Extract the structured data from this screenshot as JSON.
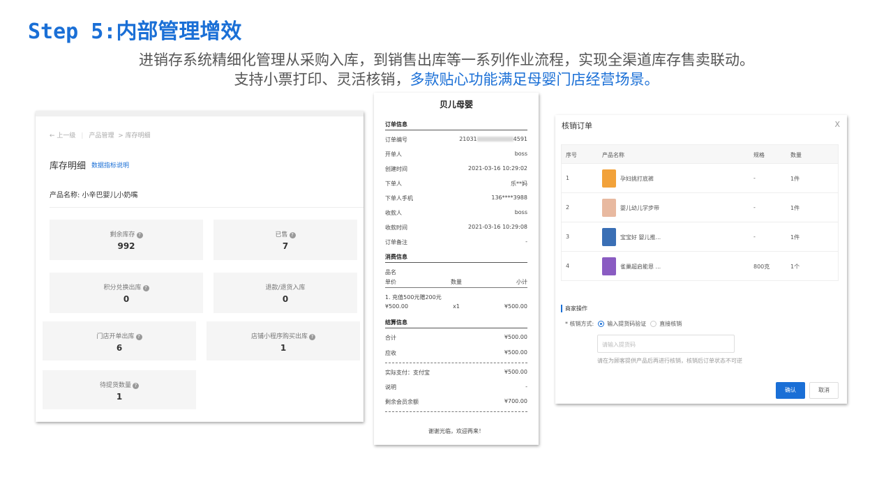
{
  "header": {
    "title_prefix": "Step 5:",
    "title_main": "内部管理增效",
    "subtitle_line1": "进销存系统精细化管理从采购入库，到销售出库等一系列作业流程，实现全渠道库存售卖联动。",
    "subtitle_line2_a": "支持小票打印、灵活核销，",
    "subtitle_line2_b": "多款贴心功能满足母婴门店经营场景。"
  },
  "stock": {
    "back": "← 上一级",
    "crumb1": "产品管理",
    "crumb2": "> 库存明细",
    "title": "库存明细",
    "link": "数据指标说明",
    "product_name": "产品名称: 小辛巴婴儿小奶嘴",
    "stats": [
      {
        "label": "剩余库存",
        "value": "992"
      },
      {
        "label": "已售",
        "value": "7"
      },
      {
        "label": "积分兑换出库",
        "value": "0"
      },
      {
        "label": "退款/退货入库",
        "value": "0"
      },
      {
        "label": "门店开单出库",
        "value": "6"
      },
      {
        "label": "店铺小程序购买出库",
        "value": "1"
      },
      {
        "label": "待提货数量",
        "value": "1"
      }
    ]
  },
  "receipt": {
    "shop": "贝儿母婴",
    "sec_order": "订单信息",
    "order_rows": [
      {
        "k": "订单编号",
        "v1": "21031",
        "v2": "4591"
      },
      {
        "k": "开单人",
        "v": "boss"
      },
      {
        "k": "创建时间",
        "v": "2021-03-16 10:29:02"
      },
      {
        "k": "下单人",
        "v": "乐**妈"
      },
      {
        "k": "下单人手机",
        "v": "136****3988"
      },
      {
        "k": "收款人",
        "v": "boss"
      },
      {
        "k": "收款时间",
        "v": "2021-03-16 10:29:08"
      },
      {
        "k": "订单备注",
        "v": "-"
      }
    ],
    "sec_consume": "消费信息",
    "col_name": "品名",
    "col_price": "单价",
    "col_qty": "数量",
    "col_sub": "小计",
    "item_name": "1. 充值500元赠200元",
    "item_price": "¥500.00",
    "item_qty": "x1",
    "item_sub": "¥500.00",
    "sec_settle": "结算信息",
    "total_k": "合计",
    "total_v": "¥500.00",
    "due_k": "应收",
    "due_v": "¥500.00",
    "paid_k": "实际支付：支付宝",
    "paid_v": "¥500.00",
    "note_k": "说明",
    "note_v": "-",
    "bal_k": "剩余会员余额",
    "bal_v": "¥700.00",
    "thanks": "谢谢光临，欢迎再来！"
  },
  "verify": {
    "title": "核销订单",
    "close": "X",
    "cols": {
      "no": "序号",
      "name": "产品名称",
      "spec": "规格",
      "qty": "数量"
    },
    "rows": [
      {
        "no": "1",
        "name": "孕妇挑打底裤",
        "spec": "-",
        "qty": "1件",
        "color": "#f2a23a"
      },
      {
        "no": "2",
        "name": "婴儿幼儿学步带",
        "spec": "-",
        "qty": "1件",
        "color": "#e8b9a0"
      },
      {
        "no": "3",
        "name": "宝宝好 婴儿推...",
        "spec": "-",
        "qty": "1件",
        "color": "#3a6fb5"
      },
      {
        "no": "4",
        "name": "雀巢超启能恩 ...",
        "spec": "800克",
        "qty": "1个",
        "color": "#8a5cc2"
      }
    ],
    "section": "商家操作",
    "method_label": "* 核销方式:",
    "opt1": "输入提货码验证",
    "opt2": "直接核销",
    "placeholder": "请输入提货码",
    "hint": "请在为顾客提供产品后再进行核销，核销后订单状态不可逆",
    "ok": "确认",
    "cancel": "取消"
  }
}
